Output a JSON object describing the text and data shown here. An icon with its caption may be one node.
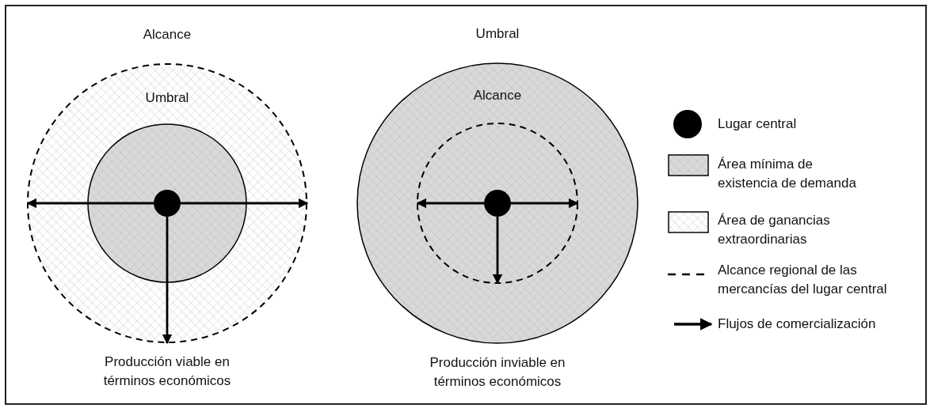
{
  "diagram": {
    "nodes": [
      {
        "text": [
          "Alcance"
        ],
        "beside": [
          "Producción viable en términos económicos"
        ]
      },
      {
        "text": [
          "Umbral"
        ],
        "in": 0
      },
      {
        "text": [],
        "shape": "circle",
        "in": 1
      },
      {
        "text": [
          "Umbral"
        ],
        "beside": [
          "Producción inviable en términos económicos"
        ]
      },
      {
        "text": [
          "Alcance"
        ],
        "in": 3
      },
      {
        "text": [],
        "shape": "circle",
        "in": 4
      }
    ],
    "edges": [
      {
        "from": 2,
        "to": null,
        "arrow": "to"
      },
      {
        "from": 2,
        "to": null,
        "arrow": "to"
      },
      {
        "from": 2,
        "to": null,
        "arrow": "to"
      },
      {
        "from": 5,
        "to": null,
        "arrow": "to"
      },
      {
        "from": 5,
        "to": null,
        "arrow": "to"
      },
      {
        "from": 5,
        "to": null,
        "arrow": "to"
      }
    ],
    "legend": [
      {
        "text": "Lugar central"
      },
      {
        "text": "Área mínima de existencia de demanda",
        "color": "#d9d9d9"
      },
      {
        "text": "Área de ganancias extraordinarias",
        "color": "#ffffff"
      },
      {
        "text": "Alcance regional de las mercancías del lugar central"
      },
      {
        "text": "Flujos de comercialización"
      }
    ]
  }
}
